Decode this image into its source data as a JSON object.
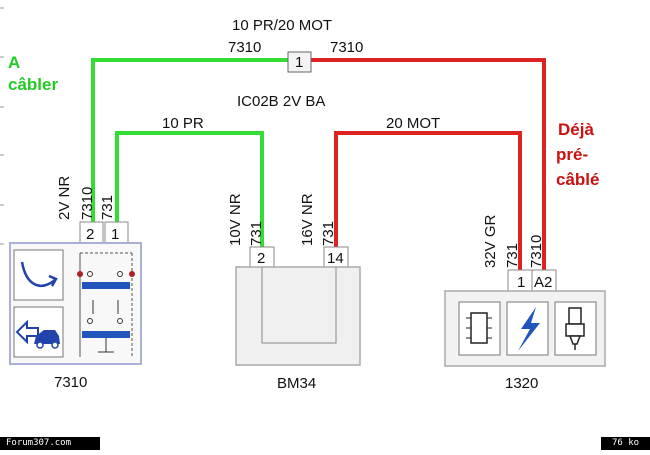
{
  "colors": {
    "green_wire": "#33dd33",
    "red_wire": "#dd2222",
    "box_border": "#aab0d8",
    "box_fill": "#f0f0f0"
  },
  "labels": {
    "top_wire": "10 PR/20 MOT",
    "wire_left_top": "7310",
    "wire_right_top": "7310",
    "splice_pin": "1",
    "ref_code": "IC02B 2V BA",
    "wire_10pr": "10 PR",
    "wire_20mot": "20 MOT",
    "annot_left": [
      "A",
      "câbler"
    ],
    "annot_right": [
      "Déjà",
      "pré-",
      "câblé"
    ]
  },
  "components": {
    "c7310": {
      "name": "7310",
      "connector": "2V NR",
      "wires": [
        "7310",
        "731"
      ],
      "pins": [
        "2",
        "1"
      ],
      "icons": [
        "curve-symbol-icon",
        "car-arrow-icon",
        "relay-switch-icon"
      ]
    },
    "bm34": {
      "name": "BM34",
      "connector_a": "10V NR",
      "wire_a": "731",
      "pin_a": "2",
      "connector_b": "16V NR",
      "wire_b": "731",
      "pin_b": "14"
    },
    "c1320": {
      "name": "1320",
      "connector": "32V GR",
      "wires": [
        "731",
        "7310"
      ],
      "pins": [
        "1",
        "A2"
      ],
      "icons": [
        "chip-icon",
        "lightning-icon",
        "injector-icon"
      ]
    }
  },
  "footer": {
    "source": "Forum307.com",
    "size": "76 ko"
  }
}
